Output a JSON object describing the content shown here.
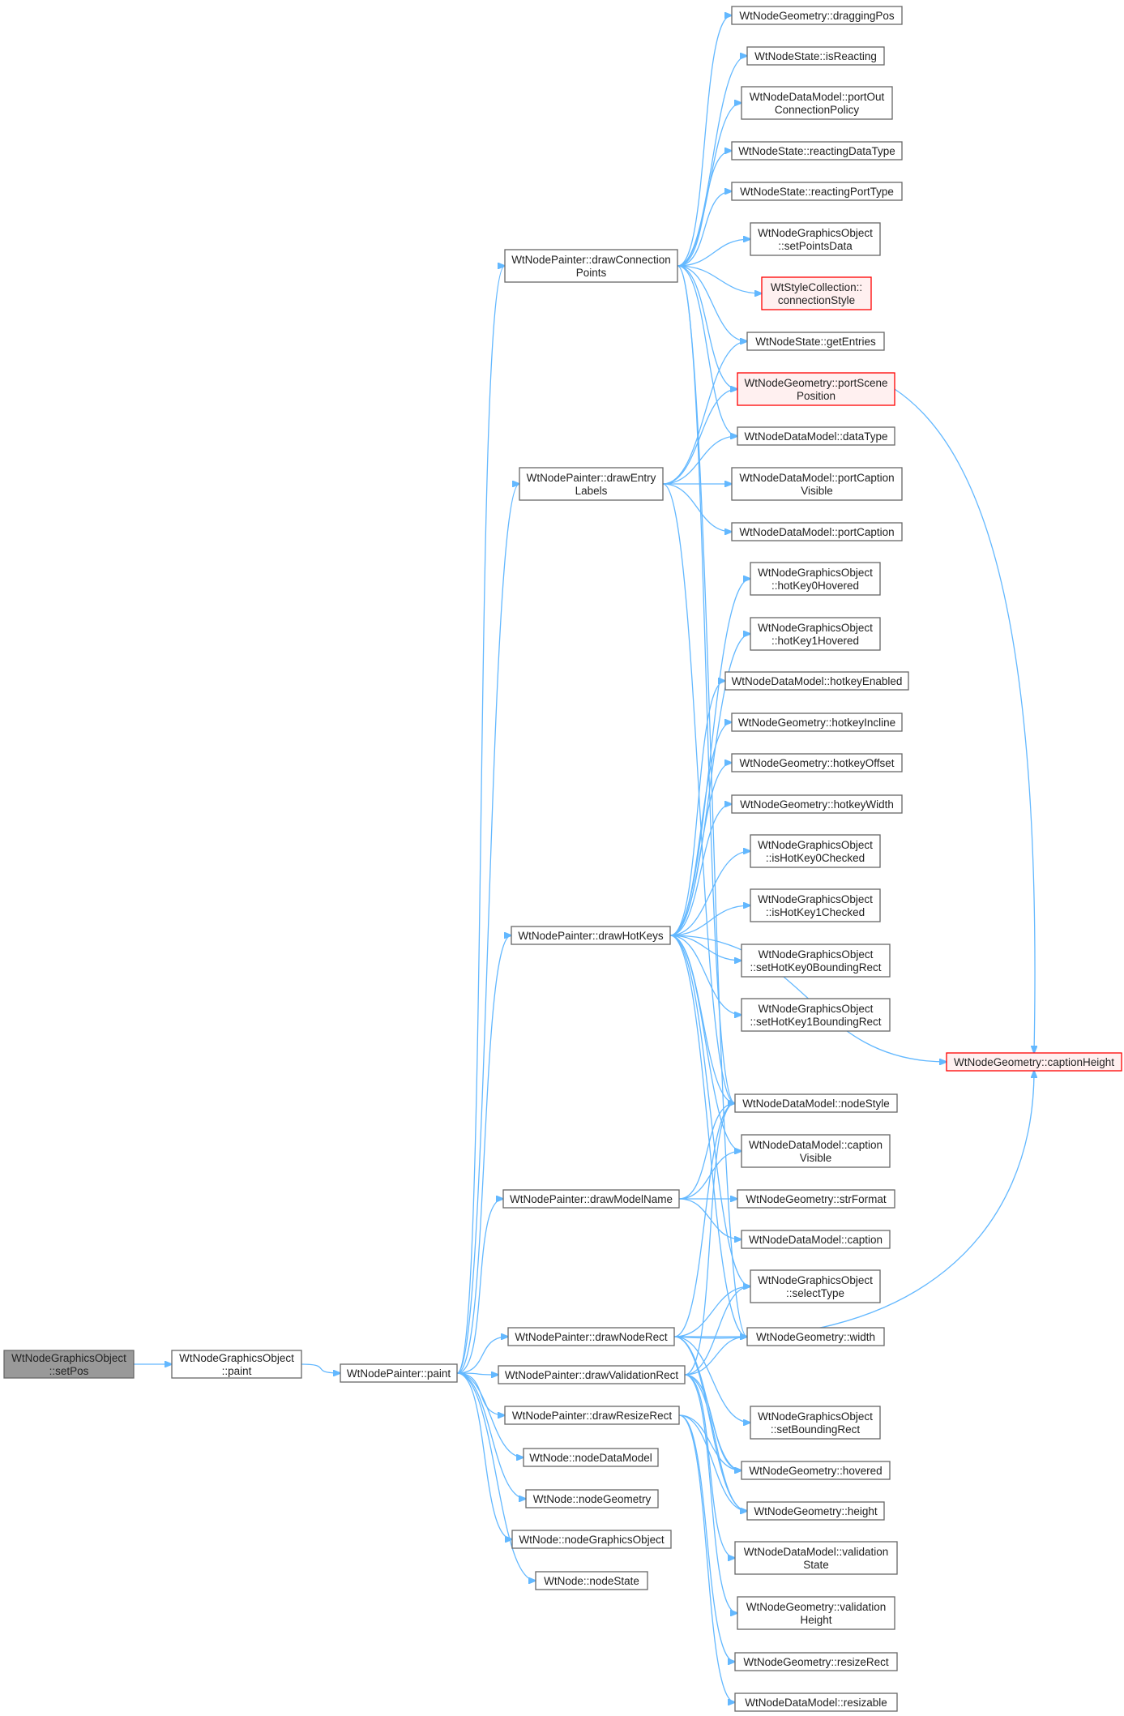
{
  "nodes": [
    {
      "id": "setPos",
      "lines": [
        "WtNodeGraphicsObject",
        "::setPos"
      ],
      "style": "root"
    },
    {
      "id": "gpaint",
      "lines": [
        "WtNodeGraphicsObject",
        "::paint"
      ]
    },
    {
      "id": "paint",
      "lines": [
        "WtNodePainter::paint"
      ]
    },
    {
      "id": "drawCP",
      "lines": [
        "WtNodePainter::drawConnection",
        "Points"
      ]
    },
    {
      "id": "drawEL",
      "lines": [
        "WtNodePainter::drawEntry",
        "Labels"
      ]
    },
    {
      "id": "drawHK",
      "lines": [
        "WtNodePainter::drawHotKeys"
      ]
    },
    {
      "id": "drawMN",
      "lines": [
        "WtNodePainter::drawModelName"
      ]
    },
    {
      "id": "drawNR",
      "lines": [
        "WtNodePainter::drawNodeRect"
      ]
    },
    {
      "id": "drawVR",
      "lines": [
        "WtNodePainter::drawValidationRect"
      ]
    },
    {
      "id": "drawRR",
      "lines": [
        "WtNodePainter::drawResizeRect"
      ]
    },
    {
      "id": "nodeDataModel",
      "lines": [
        "WtNode::nodeDataModel"
      ]
    },
    {
      "id": "nodeGeometry",
      "lines": [
        "WtNode::nodeGeometry"
      ]
    },
    {
      "id": "nodeGraphicsObject",
      "lines": [
        "WtNode::nodeGraphicsObject"
      ]
    },
    {
      "id": "nodeState",
      "lines": [
        "WtNode::nodeState"
      ]
    },
    {
      "id": "draggingPos",
      "lines": [
        "WtNodeGeometry::draggingPos"
      ]
    },
    {
      "id": "isReacting",
      "lines": [
        "WtNodeState::isReacting"
      ]
    },
    {
      "id": "portOutCP",
      "lines": [
        "WtNodeDataModel::portOut",
        "ConnectionPolicy"
      ]
    },
    {
      "id": "reactingDataType",
      "lines": [
        "WtNodeState::reactingDataType"
      ]
    },
    {
      "id": "reactingPortType",
      "lines": [
        "WtNodeState::reactingPortType"
      ]
    },
    {
      "id": "setPointsData",
      "lines": [
        "WtNodeGraphicsObject",
        "::setPointsData"
      ]
    },
    {
      "id": "connectionStyle",
      "lines": [
        "WtStyleCollection::",
        "connectionStyle"
      ],
      "style": "red"
    },
    {
      "id": "getEntries",
      "lines": [
        "WtNodeState::getEntries"
      ]
    },
    {
      "id": "portScenePos",
      "lines": [
        "WtNodeGeometry::portScene",
        "Position"
      ],
      "style": "red"
    },
    {
      "id": "dataType",
      "lines": [
        "WtNodeDataModel::dataType"
      ]
    },
    {
      "id": "portCaptionVisible",
      "lines": [
        "WtNodeDataModel::portCaption",
        "Visible"
      ]
    },
    {
      "id": "portCaption",
      "lines": [
        "WtNodeDataModel::portCaption"
      ]
    },
    {
      "id": "hotKey0Hovered",
      "lines": [
        "WtNodeGraphicsObject",
        "::hotKey0Hovered"
      ]
    },
    {
      "id": "hotKey1Hovered",
      "lines": [
        "WtNodeGraphicsObject",
        "::hotKey1Hovered"
      ]
    },
    {
      "id": "hotkeyEnabled",
      "lines": [
        "WtNodeDataModel::hotkeyEnabled"
      ]
    },
    {
      "id": "hotkeyIncline",
      "lines": [
        "WtNodeGeometry::hotkeyIncline"
      ]
    },
    {
      "id": "hotkeyOffset",
      "lines": [
        "WtNodeGeometry::hotkeyOffset"
      ]
    },
    {
      "id": "hotkeyWidth",
      "lines": [
        "WtNodeGeometry::hotkeyWidth"
      ]
    },
    {
      "id": "isHotKey0Checked",
      "lines": [
        "WtNodeGraphicsObject",
        "::isHotKey0Checked"
      ]
    },
    {
      "id": "isHotKey1Checked",
      "lines": [
        "WtNodeGraphicsObject",
        "::isHotKey1Checked"
      ]
    },
    {
      "id": "setHotKey0BR",
      "lines": [
        "WtNodeGraphicsObject",
        "::setHotKey0BoundingRect"
      ]
    },
    {
      "id": "setHotKey1BR",
      "lines": [
        "WtNodeGraphicsObject",
        "::setHotKey1BoundingRect"
      ]
    },
    {
      "id": "captionHeight",
      "lines": [
        "WtNodeGeometry::captionHeight"
      ],
      "style": "red"
    },
    {
      "id": "nodeStyle",
      "lines": [
        "WtNodeDataModel::nodeStyle"
      ]
    },
    {
      "id": "captionVisible",
      "lines": [
        "WtNodeDataModel::caption",
        "Visible"
      ]
    },
    {
      "id": "strFormat",
      "lines": [
        "WtNodeGeometry::strFormat"
      ]
    },
    {
      "id": "caption",
      "lines": [
        "WtNodeDataModel::caption"
      ]
    },
    {
      "id": "selectType",
      "lines": [
        "WtNodeGraphicsObject",
        "::selectType"
      ]
    },
    {
      "id": "width",
      "lines": [
        "WtNodeGeometry::width"
      ]
    },
    {
      "id": "setBoundingRect",
      "lines": [
        "WtNodeGraphicsObject",
        "::setBoundingRect"
      ]
    },
    {
      "id": "hovered",
      "lines": [
        "WtNodeGeometry::hovered"
      ]
    },
    {
      "id": "height",
      "lines": [
        "WtNodeGeometry::height"
      ]
    },
    {
      "id": "validationState",
      "lines": [
        "WtNodeDataModel::validation",
        "State"
      ]
    },
    {
      "id": "validationHeight",
      "lines": [
        "WtNodeGeometry::validation",
        "Height"
      ]
    },
    {
      "id": "resizeRect",
      "lines": [
        "WtNodeGeometry::resizeRect"
      ]
    },
    {
      "id": "resizable",
      "lines": [
        "WtNodeDataModel::resizable"
      ]
    }
  ],
  "edges": [
    [
      "setPos",
      "gpaint"
    ],
    [
      "gpaint",
      "paint"
    ],
    [
      "paint",
      "drawCP"
    ],
    [
      "paint",
      "drawEL"
    ],
    [
      "paint",
      "drawHK"
    ],
    [
      "paint",
      "drawMN"
    ],
    [
      "paint",
      "drawNR"
    ],
    [
      "paint",
      "drawVR"
    ],
    [
      "paint",
      "drawRR"
    ],
    [
      "paint",
      "nodeDataModel"
    ],
    [
      "paint",
      "nodeGeometry"
    ],
    [
      "paint",
      "nodeGraphicsObject"
    ],
    [
      "paint",
      "nodeState"
    ],
    [
      "drawCP",
      "draggingPos"
    ],
    [
      "drawCP",
      "isReacting"
    ],
    [
      "drawCP",
      "portOutCP"
    ],
    [
      "drawCP",
      "reactingDataType"
    ],
    [
      "drawCP",
      "reactingPortType"
    ],
    [
      "drawCP",
      "setPointsData"
    ],
    [
      "drawCP",
      "connectionStyle"
    ],
    [
      "drawCP",
      "getEntries"
    ],
    [
      "drawCP",
      "portScenePos"
    ],
    [
      "drawCP",
      "dataType"
    ],
    [
      "drawCP",
      "nodeStyle"
    ],
    [
      "drawCP",
      "width"
    ],
    [
      "drawEL",
      "getEntries"
    ],
    [
      "drawEL",
      "portScenePos"
    ],
    [
      "drawEL",
      "dataType"
    ],
    [
      "drawEL",
      "portCaptionVisible"
    ],
    [
      "drawEL",
      "portCaption"
    ],
    [
      "drawEL",
      "nodeStyle"
    ],
    [
      "drawHK",
      "hotKey0Hovered"
    ],
    [
      "drawHK",
      "hotKey1Hovered"
    ],
    [
      "drawHK",
      "hotkeyEnabled"
    ],
    [
      "drawHK",
      "hotkeyIncline"
    ],
    [
      "drawHK",
      "hotkeyOffset"
    ],
    [
      "drawHK",
      "hotkeyWidth"
    ],
    [
      "drawHK",
      "isHotKey0Checked"
    ],
    [
      "drawHK",
      "isHotKey1Checked"
    ],
    [
      "drawHK",
      "setHotKey0BR"
    ],
    [
      "drawHK",
      "setHotKey1BR"
    ],
    [
      "drawHK",
      "captionHeight"
    ],
    [
      "drawHK",
      "nodeStyle"
    ],
    [
      "drawHK",
      "selectType"
    ],
    [
      "drawHK",
      "width"
    ],
    [
      "drawHK",
      "captionVisible"
    ],
    [
      "drawMN",
      "nodeStyle"
    ],
    [
      "drawMN",
      "captionVisible"
    ],
    [
      "drawMN",
      "strFormat"
    ],
    [
      "drawMN",
      "caption"
    ],
    [
      "drawNR",
      "nodeStyle"
    ],
    [
      "drawNR",
      "selectType"
    ],
    [
      "drawNR",
      "width"
    ],
    [
      "drawNR",
      "captionHeight"
    ],
    [
      "drawNR",
      "setBoundingRect"
    ],
    [
      "drawNR",
      "hovered"
    ],
    [
      "drawNR",
      "height"
    ],
    [
      "drawVR",
      "nodeStyle"
    ],
    [
      "drawVR",
      "selectType"
    ],
    [
      "drawVR",
      "width"
    ],
    [
      "drawVR",
      "hovered"
    ],
    [
      "drawVR",
      "height"
    ],
    [
      "drawVR",
      "validationState"
    ],
    [
      "drawVR",
      "validationHeight"
    ],
    [
      "drawRR",
      "hovered"
    ],
    [
      "drawRR",
      "height"
    ],
    [
      "drawRR",
      "resizeRect"
    ],
    [
      "drawRR",
      "resizable"
    ],
    [
      "portScenePos",
      "captionHeight"
    ]
  ]
}
